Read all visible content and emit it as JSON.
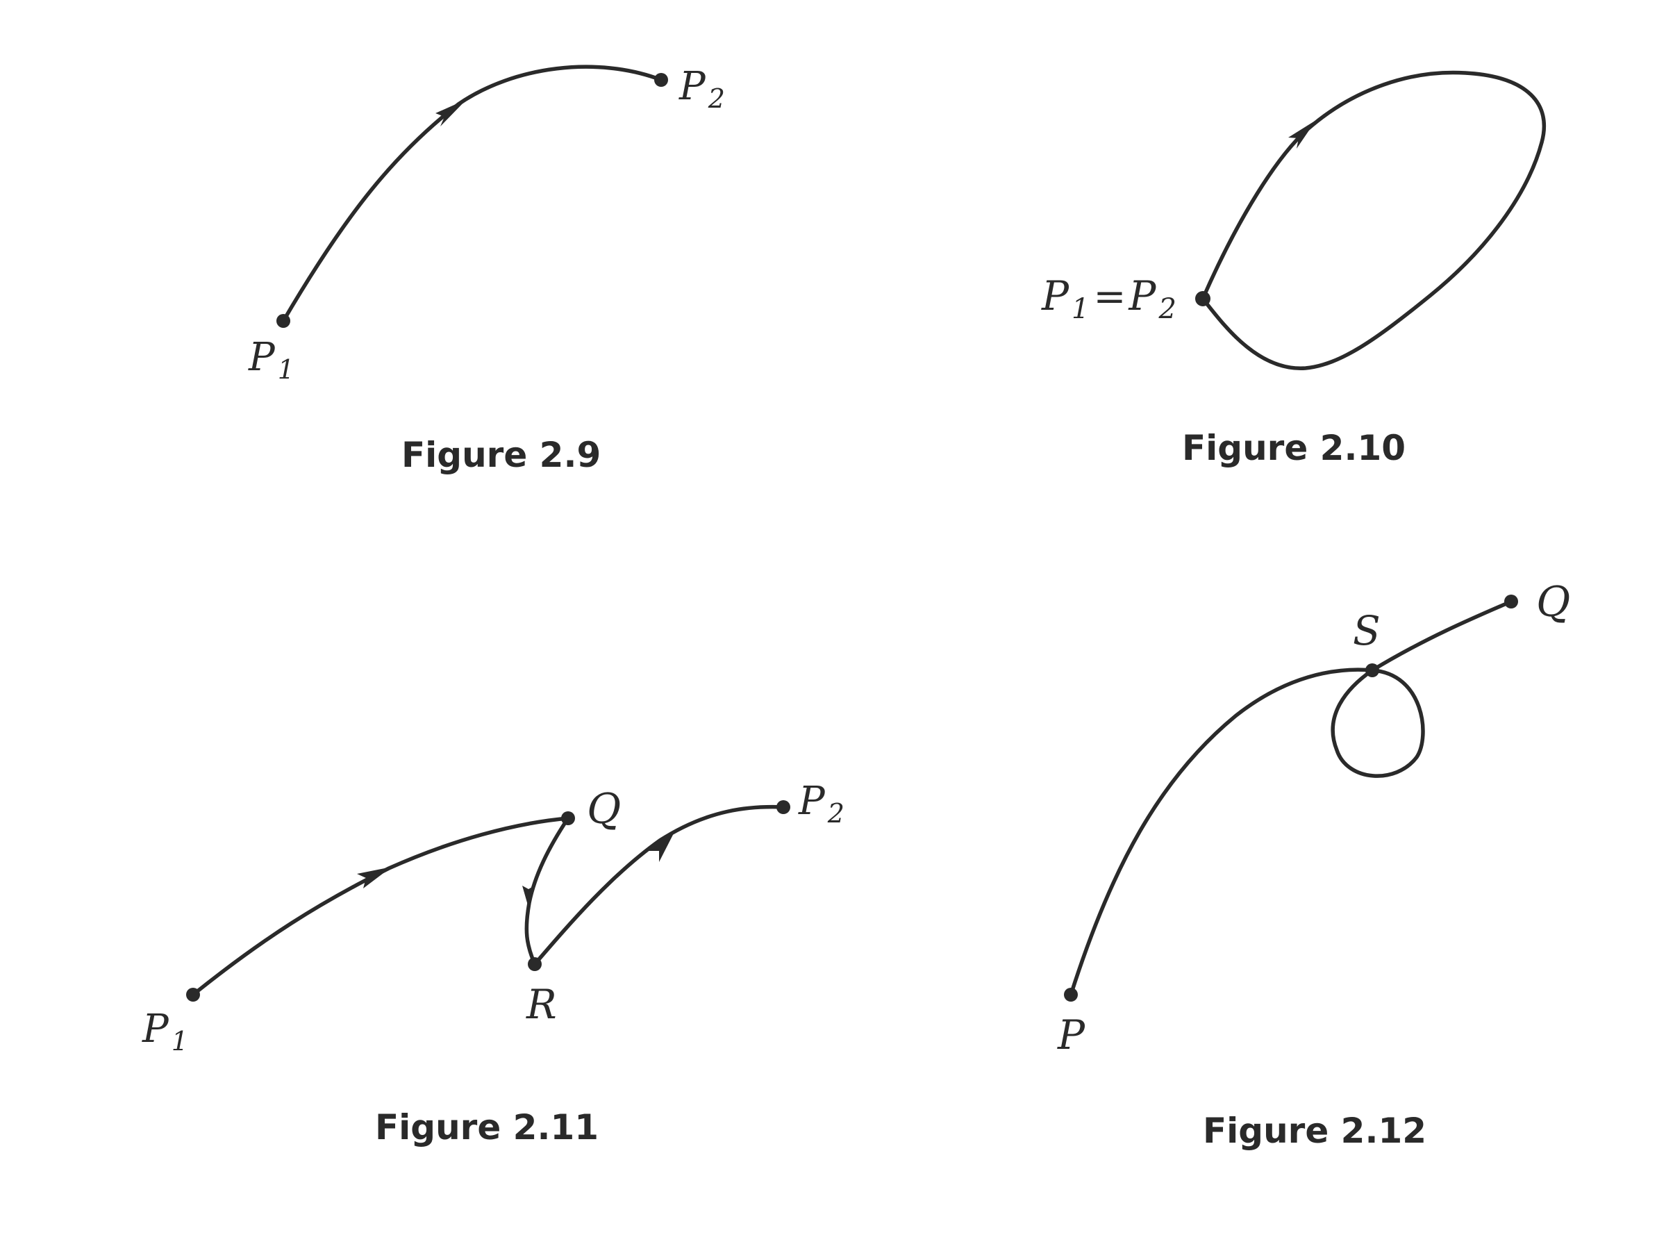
{
  "figures": [
    {
      "caption": "Figure 2.9",
      "points": [
        {
          "name": "P",
          "sub": "1"
        },
        {
          "name": "P",
          "sub": "2"
        }
      ]
    },
    {
      "caption": "Figure 2.10",
      "points": [
        {
          "name": "P",
          "sub": "1",
          "eq": "=",
          "name2": "P",
          "sub2": "2"
        }
      ]
    },
    {
      "caption": "Figure 2.11",
      "points": [
        {
          "name": "P",
          "sub": "1"
        },
        {
          "name": "Q"
        },
        {
          "name": "R"
        },
        {
          "name": "P",
          "sub": "2"
        }
      ]
    },
    {
      "caption": "Figure 2.12",
      "points": [
        {
          "name": "P"
        },
        {
          "name": "S"
        },
        {
          "name": "Q"
        }
      ]
    }
  ]
}
